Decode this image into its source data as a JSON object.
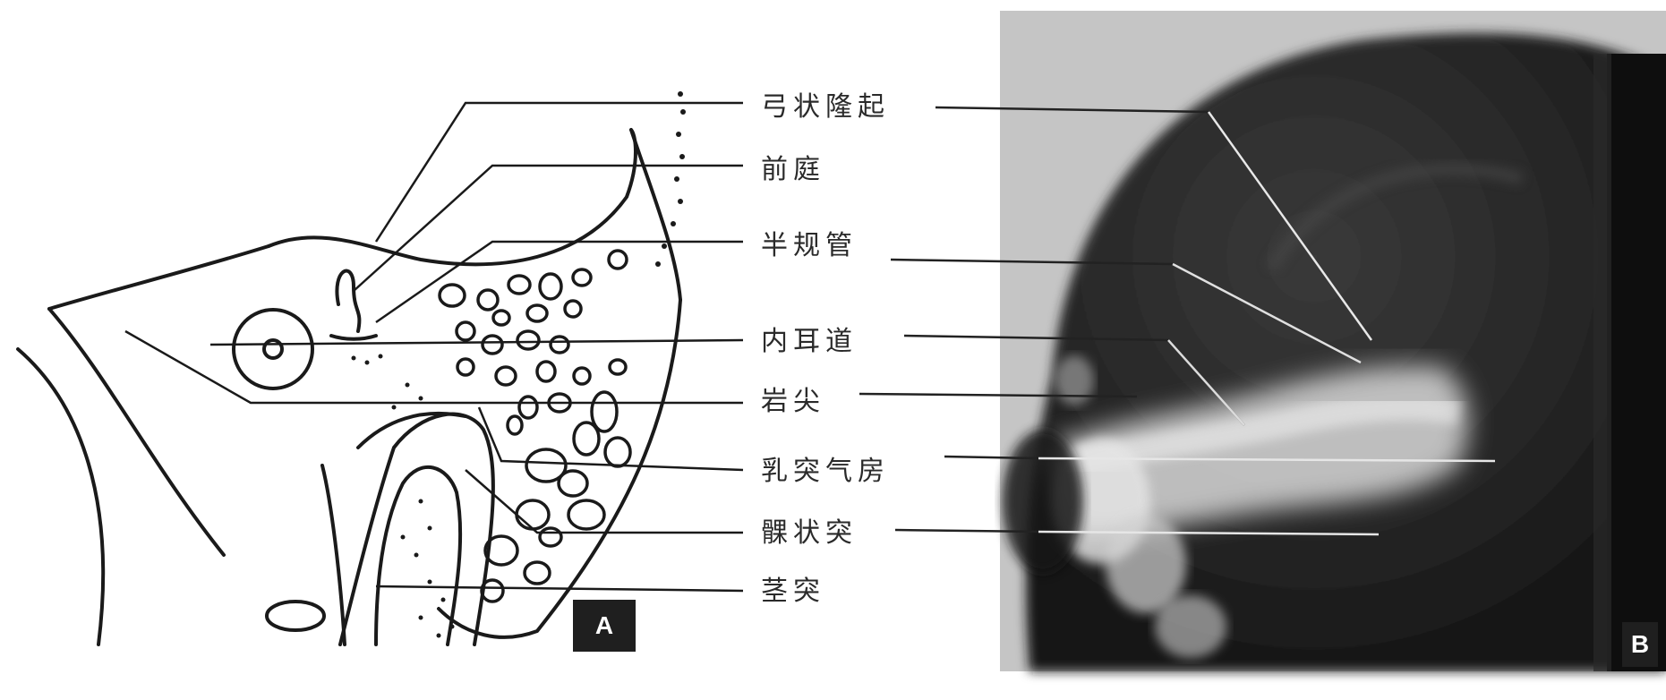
{
  "labels": {
    "arcuate_eminence": "弓状隆起",
    "vestibule": "前庭",
    "semicircular_canal": "半规管",
    "internal_auditory_canal": "内耳道",
    "petrous_apex": "岩尖",
    "mastoid_air_cells": "乳突气房",
    "condylar_process": "髁状突",
    "styloid_process": "茎突"
  },
  "panels": {
    "a": "A",
    "b": "B"
  }
}
